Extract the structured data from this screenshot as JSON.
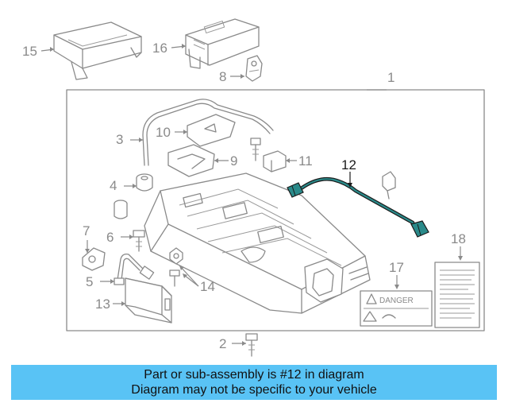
{
  "diagram": {
    "highlighted_part": "12",
    "callouts": [
      "1",
      "2",
      "3",
      "4",
      "5",
      "6",
      "7",
      "8",
      "9",
      "10",
      "11",
      "12",
      "13",
      "14",
      "15",
      "16",
      "17",
      "18"
    ],
    "danger_label": "DANGER",
    "colors": {
      "line": "#8a8a8a",
      "highlight_cable": "#2a8a8a",
      "highlight_text": "#1a1a1a",
      "banner": "#59c3f5"
    }
  },
  "caption": {
    "line1": "Part or sub-assembly is #12 in diagram",
    "line2": "Diagram may not be specific to your vehicle"
  }
}
